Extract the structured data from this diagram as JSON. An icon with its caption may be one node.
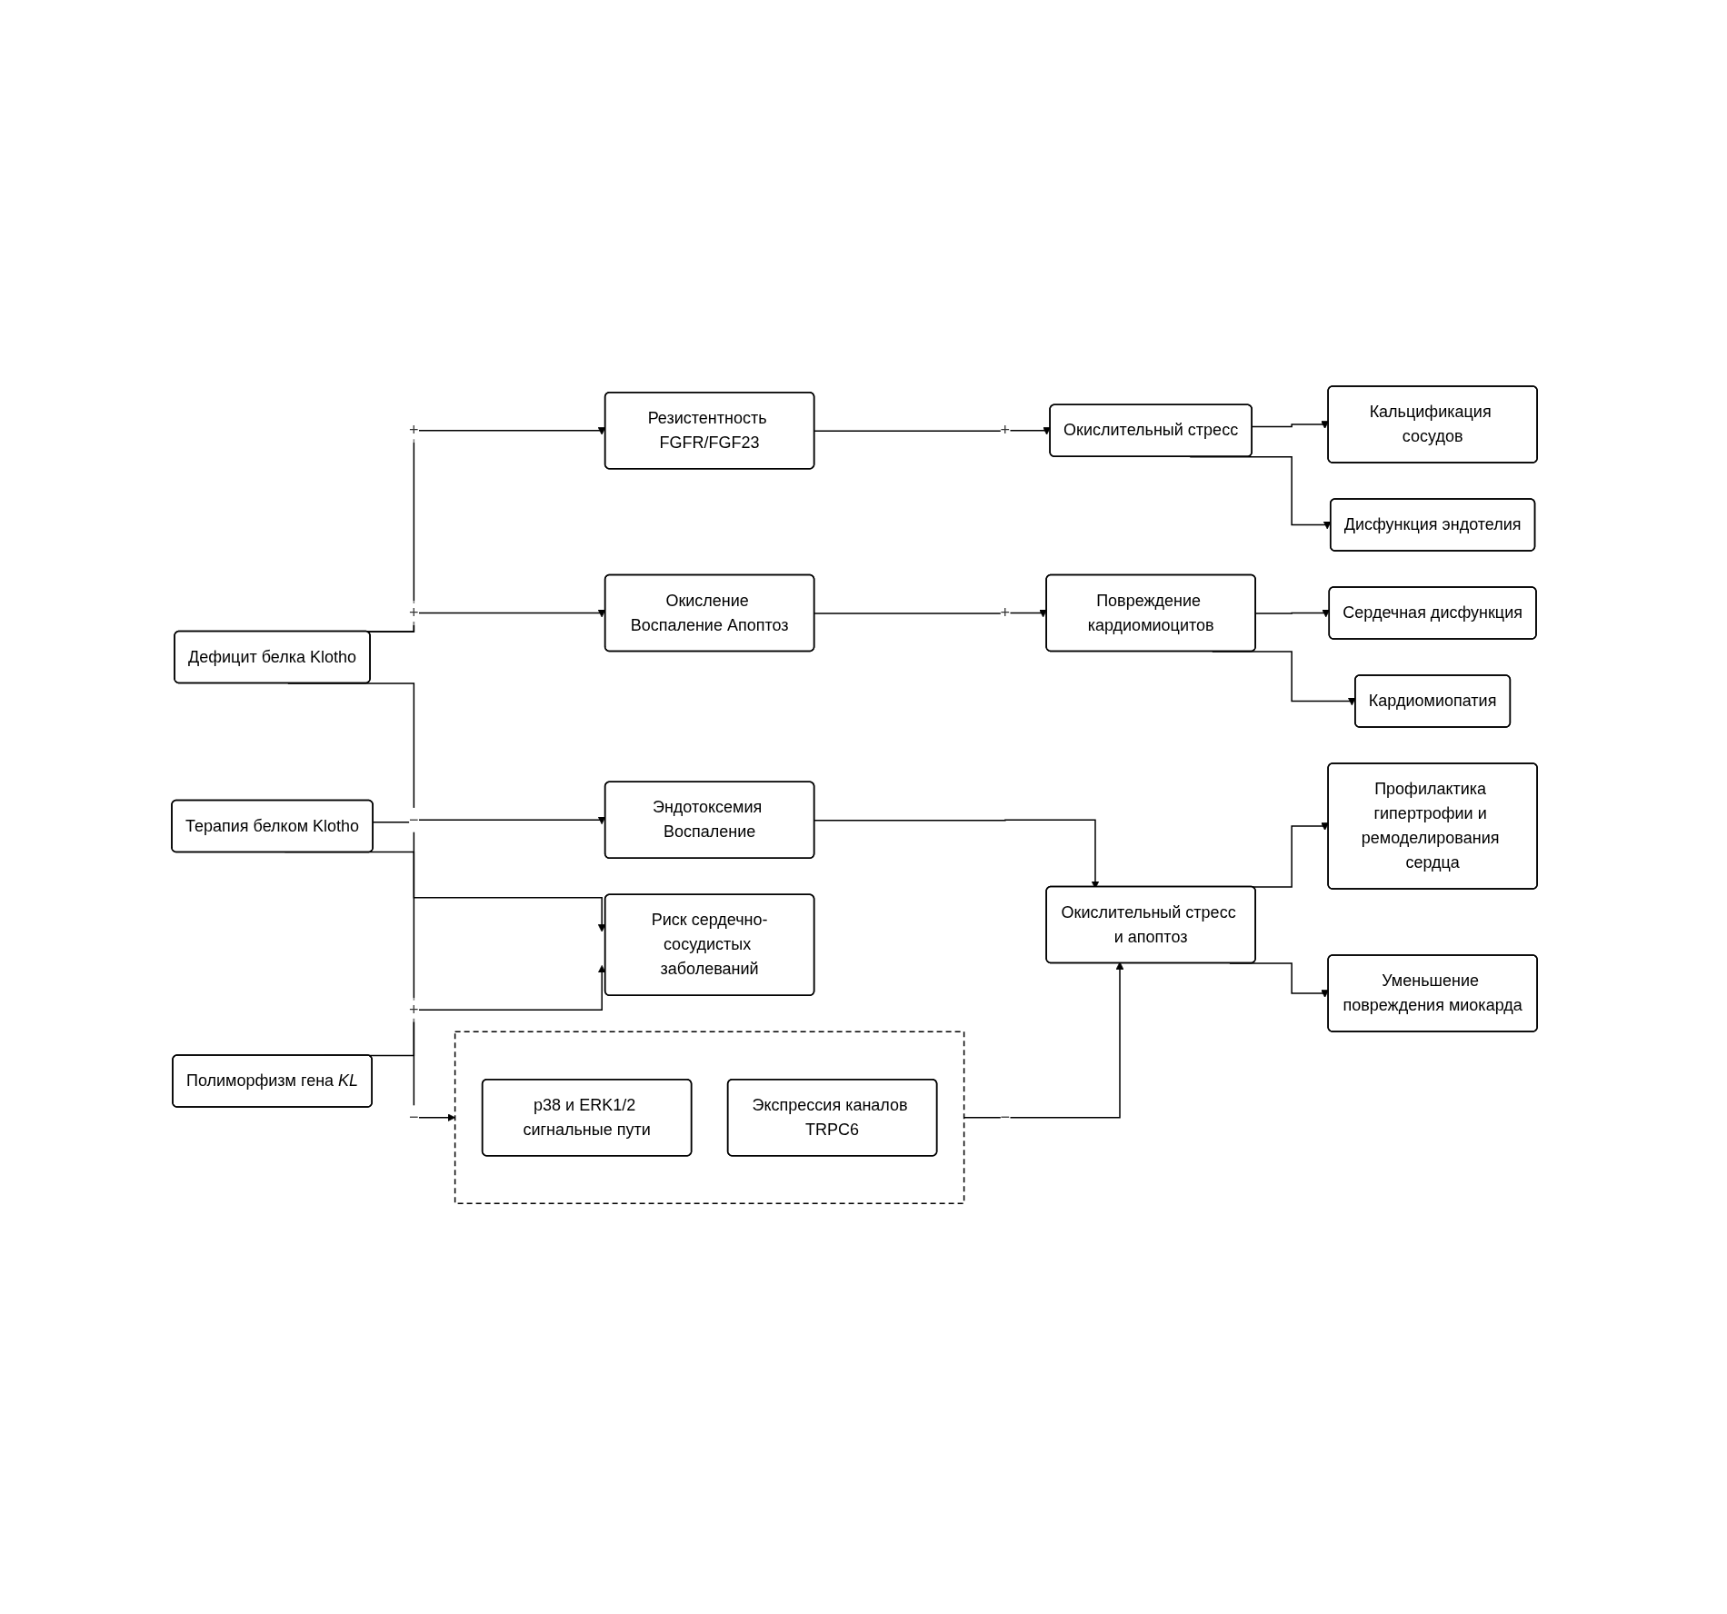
{
  "diagram": {
    "nodes": [
      {
        "text": [
          "Дефицит белка Klotho"
        ]
      },
      {
        "text": [
          "Резистентность FGFR/FGF23"
        ]
      },
      {
        "text": [
          "Окислительный стресс"
        ]
      },
      {
        "text": [
          "Кальцификация сосудов"
        ]
      },
      {
        "text": [
          "Дисфункция эндотелия"
        ]
      },
      {
        "text": [
          "Окисление Воспаление Апоптоз"
        ]
      },
      {
        "text": [
          "Повреждение кардиомиоцитов"
        ]
      },
      {
        "text": [
          "Сердечная дисфункция"
        ]
      },
      {
        "text": [
          "Кардиомиопатия"
        ]
      },
      {
        "text": [
          "Полиморфизм гена *KL*"
        ]
      },
      {
        "text": [
          "Риск сердечно-сосудистых заболеваний"
        ]
      },
      {
        "text": [
          "Терапия белком Klotho"
        ]
      },
      {
        "text": [],
        "shape": "box"
      },
      {
        "text": [
          "p38 и ERK1/2 сигнальные пути"
        ],
        "in": 12
      },
      {
        "text": [
          "Экспрессия каналов TRPC6"
        ],
        "in": 12
      },
      {
        "text": [
          "Эндотоксемия Воспаление"
        ]
      },
      {
        "text": [
          "Окислительный стресс и апоптоз"
        ]
      },
      {
        "text": [
          "Профилактика гипертрофии и ремоделирования сердца"
        ]
      },
      {
        "text": [
          "Уменьшение повреждения миокарда"
        ]
      }
    ],
    "edges": [
      {
        "from": 0,
        "to": 1,
        "arrow": "to",
        "label": "+"
      },
      {
        "from": 0,
        "to": 5,
        "arrow": "to",
        "label": "+"
      },
      {
        "from": 1,
        "to": 2,
        "arrow": "to",
        "label": "+"
      },
      {
        "from": 5,
        "to": 6,
        "arrow": "to",
        "label": "+"
      },
      {
        "from": 2,
        "to": 3,
        "arrow": "to"
      },
      {
        "from": 2,
        "to": 4,
        "arrow": "to"
      },
      {
        "from": 6,
        "to": 7,
        "arrow": "to"
      },
      {
        "from": 6,
        "to": 8,
        "arrow": "to"
      },
      {
        "from": 0,
        "to": 10,
        "arrow": "to"
      },
      {
        "from": 9,
        "to": 10,
        "arrow": "to",
        "label": "+"
      },
      {
        "from": 11,
        "to": 12,
        "arrow": "to",
        "label": "−"
      },
      {
        "from": 11,
        "to": 15,
        "arrow": "to",
        "label": "−"
      },
      {
        "from": 12,
        "to": 16,
        "arrow": "to",
        "label": "−"
      },
      {
        "from": 15,
        "to": 16,
        "arrow": "to"
      },
      {
        "from": 16,
        "to": 17,
        "arrow": "to"
      },
      {
        "from": 16,
        "to": 18,
        "arrow": "to"
      }
    ]
  }
}
